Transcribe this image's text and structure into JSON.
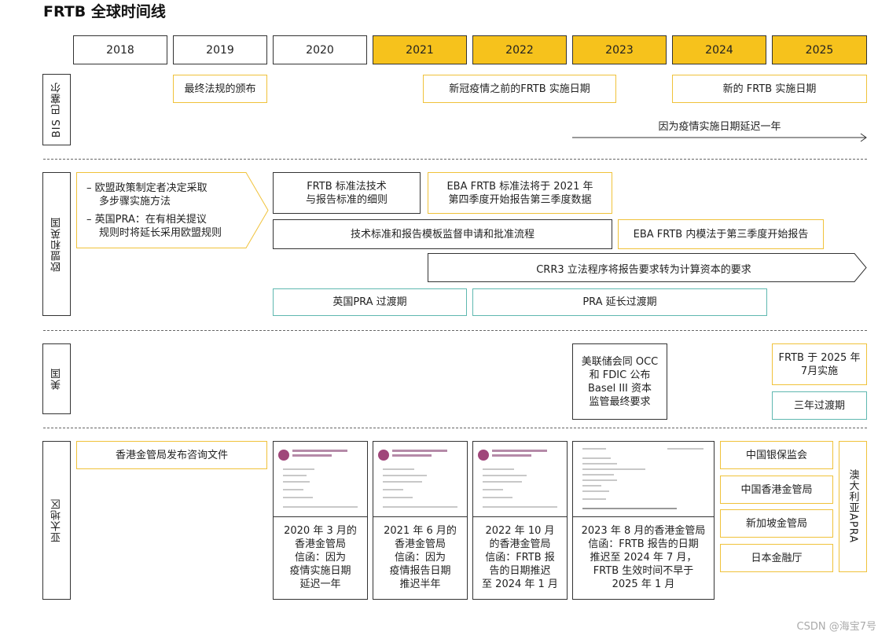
{
  "title": "FRTB 全球时间线",
  "years": [
    "2018",
    "2019",
    "2020",
    "2021",
    "2022",
    "2023",
    "2024",
    "2025"
  ],
  "highlight_color": "#f6c21c",
  "sections": {
    "bis": "BIS 巴塞尔",
    "eu_uk": "欧盟和英国",
    "us": "美国",
    "apac": "亚太地区"
  },
  "bis": {
    "final_rules": "最终法规的颁布",
    "pre_covid": "新冠疫情之前的FRTB 实施日期",
    "new_date": "新的 FRTB 实施日期",
    "delay": "因为疫情实施日期延迟一年"
  },
  "eu": {
    "policy_line1": "–  欧盟政策制定者决定采取",
    "policy_line2": "多步骤实施方法",
    "pra_line1": "–  英国PRA：在有相关提议",
    "pra_line2": "规则时将延长采用欧盟规则",
    "sa_details": "FRTB 标准法技术\n与报告标准的细则",
    "eba_sa": "EBA FRTB 标准法将于 2021 年\n第四季度开始报告第三季度数据",
    "tech_std": "技术标准和报告模板监督申请和批准流程",
    "eba_ima": "EBA FRTB 内模法于第三季度开始报告",
    "crr3": "CRR3 立法程序将报告要求转为计算资本的要求",
    "uk_transition": "英国PRA 过渡期",
    "pra_extended": "PRA 延长过渡期"
  },
  "us": {
    "final_req": "美联储会同 OCC\n和 FDIC 公布\nBasel III 资本\n监管最终要求",
    "impl_2025": "FRTB 于 2025 年\n7月实施",
    "transition": "三年过渡期"
  },
  "apac": {
    "consult": "香港金管局发布咨询文件",
    "letter_2020": "2020 年 3 月的\n香港金管局\n信函：因为\n疫情实施日期\n延迟一年",
    "letter_2021": "2021 年 6 月的\n香港金管局\n信函：因为\n疫情报告日期\n推迟半年",
    "letter_2022": "2022 年 10 月\n的香港金管局\n信函：FRTB 报\n告的日期推迟\n至 2024 年 1 月",
    "letter_2023": "2023 年 8 月的香港金管局\n信函：FRTB 报告的日期\n推迟至 2024 年 7 月，\nFRTB 生效时间不早于\n2025 年 1 月",
    "regulators": [
      "中国银保监会",
      "中国香港金管局",
      "新加坡金管局",
      "日本金融厅"
    ],
    "apra": "澳大利亚APRA"
  },
  "watermark": "CSDN @海宝7号"
}
